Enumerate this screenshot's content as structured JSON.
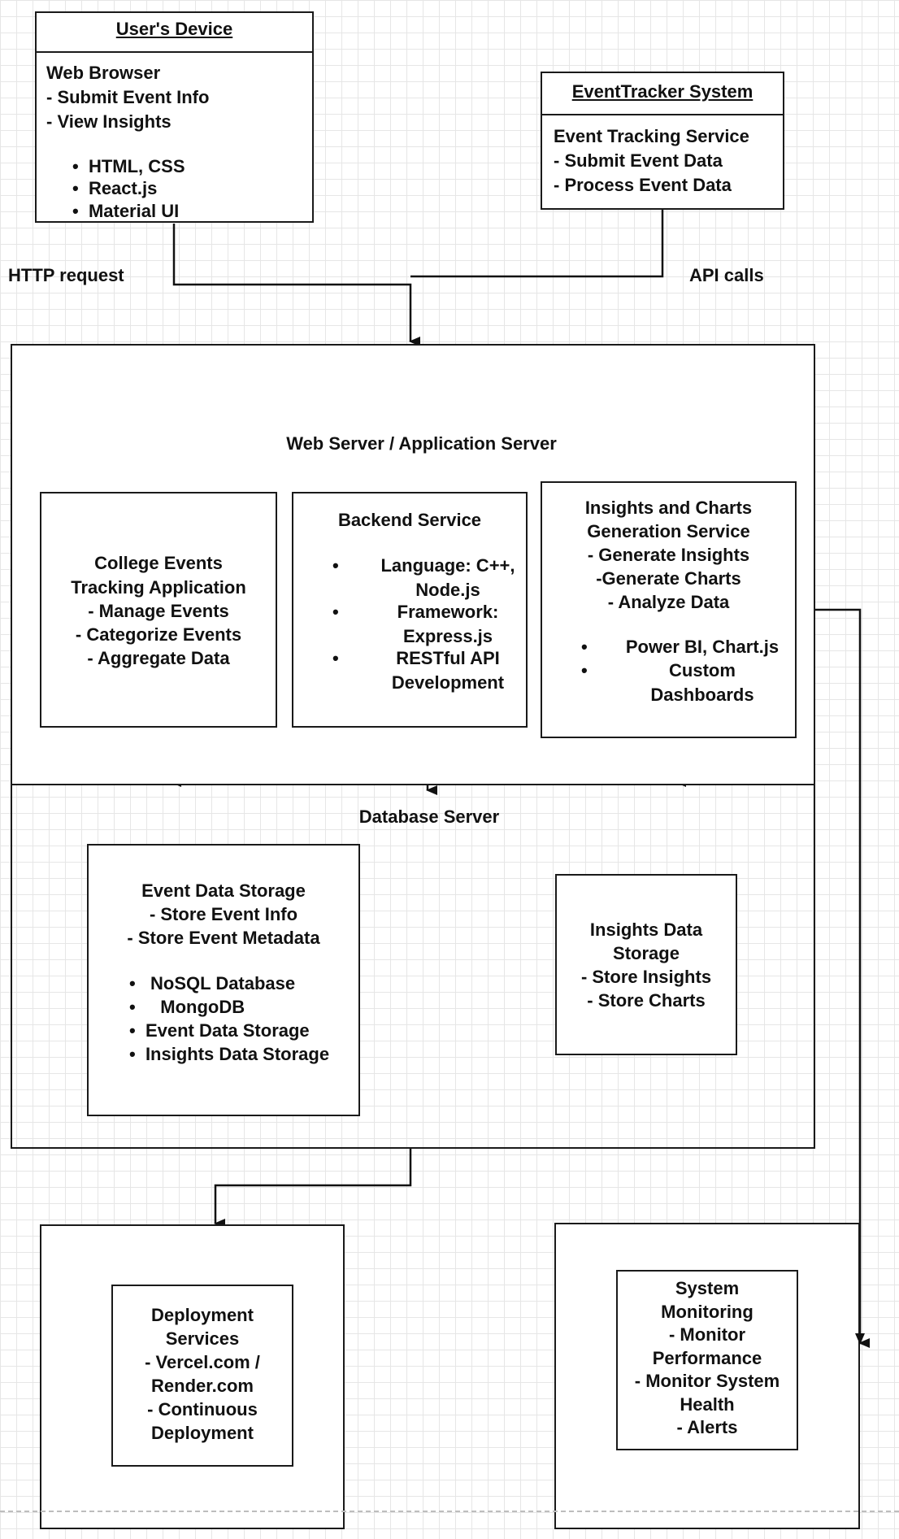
{
  "users_device": {
    "title": "User's Device",
    "lines": [
      "Web Browser",
      "- Submit Event Info",
      "- View Insights"
    ],
    "bullets": [
      "HTML, CSS",
      "React.js",
      "Material UI"
    ]
  },
  "eventtracker_system": {
    "title": "EventTracker System",
    "lines": [
      "Event Tracking Service",
      "- Submit Event Data",
      "- Process Event Data"
    ]
  },
  "labels": {
    "http_request": "HTTP request",
    "api_calls": "API calls"
  },
  "web_server": {
    "title": "Web Server / Application Server",
    "college_events": {
      "lines": [
        "College Events",
        "Tracking Application",
        "- Manage Events",
        "- Categorize Events",
        "- Aggregate Data"
      ]
    },
    "backend_service": {
      "title": "Backend Service",
      "bullets": [
        "Language: C++,\nNode.js",
        "Framework:\nExpress.js",
        "RESTful API\nDevelopment"
      ]
    },
    "insights_charts": {
      "lines": [
        "Insights and Charts",
        "Generation Service",
        "- Generate Insights",
        "-Generate Charts",
        "- Analyze Data"
      ],
      "bullets": [
        "Power BI, Chart.js",
        "Custom\nDashboards"
      ]
    }
  },
  "database_server": {
    "title": "Database Server",
    "event_data_storage": {
      "lines": [
        "Event Data Storage",
        "- Store Event Info",
        "- Store Event Metadata"
      ],
      "bullets": [
        "NoSQL Database",
        "MongoDB",
        "Event Data Storage",
        "Insights Data Storage"
      ]
    },
    "insights_data_storage": {
      "lines": [
        "Insights Data",
        "Storage",
        "- Store Insights",
        "- Store Charts"
      ]
    }
  },
  "deployment": {
    "lines": [
      "Deployment",
      "Services",
      "- Vercel.com /",
      "Render.com",
      "- Continuous",
      "Deployment"
    ]
  },
  "monitoring": {
    "lines": [
      "System",
      "Monitoring",
      "- Monitor",
      "Performance",
      "- Monitor System",
      "Health",
      "- Alerts"
    ]
  }
}
